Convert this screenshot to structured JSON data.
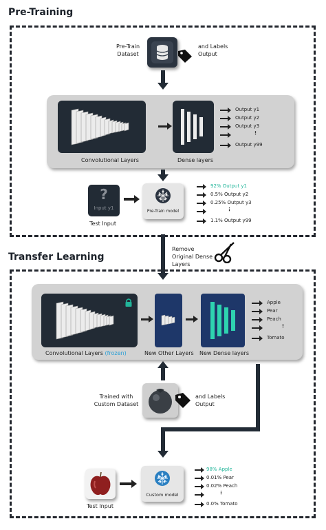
{
  "pretraining": {
    "title": "Pre-Training",
    "dataset_label": "Pre-Train Dataset",
    "labels_output": "and Labels Output",
    "conv_label": "Convolutional Layers",
    "dense_label": "Dense layers",
    "outputs": [
      "Output y1",
      "Output y2",
      "Output y3",
      "⋮",
      "Output y99"
    ],
    "test_input_label": "Test Input",
    "input_icon_text": "Input y1",
    "model_label": "Pre-Train model",
    "predictions": [
      "92% Output y1",
      "0.5% Output y2",
      "0.25% Output y3",
      "⋮",
      "1.1% Output y99"
    ]
  },
  "transition": {
    "remove_text": "Remove Original Dense Layers"
  },
  "transfer": {
    "title": "Transfer Learning",
    "conv_label": "Convolutional Layers",
    "frozen_label": "(frozen)",
    "new_other_label": "New Other Layers",
    "new_dense_label": "New Dense layers",
    "outputs": [
      "Apple",
      "Pear",
      "Peach",
      "⋮",
      "Tomato"
    ],
    "trained_with": "Trained with Custom Dataset",
    "labels_output": "and Labels Output",
    "test_input_label": "Test Input",
    "model_label": "Custom model",
    "predictions": [
      "98% Apple",
      "0.01% Pear",
      "0.02% Peach",
      "⋮",
      "0.0% Tomato"
    ]
  },
  "colors": {
    "dark": "#222b35",
    "navy": "#1e3769",
    "highlight": "#22b59a",
    "frozen": "#2a9fd6",
    "panel": "#d2d2d2"
  },
  "icons": [
    "database-icon",
    "tag-icon",
    "question-icon",
    "brain-icon",
    "scissors-icon",
    "lock-icon",
    "apple-icon",
    "tomato-icon"
  ]
}
